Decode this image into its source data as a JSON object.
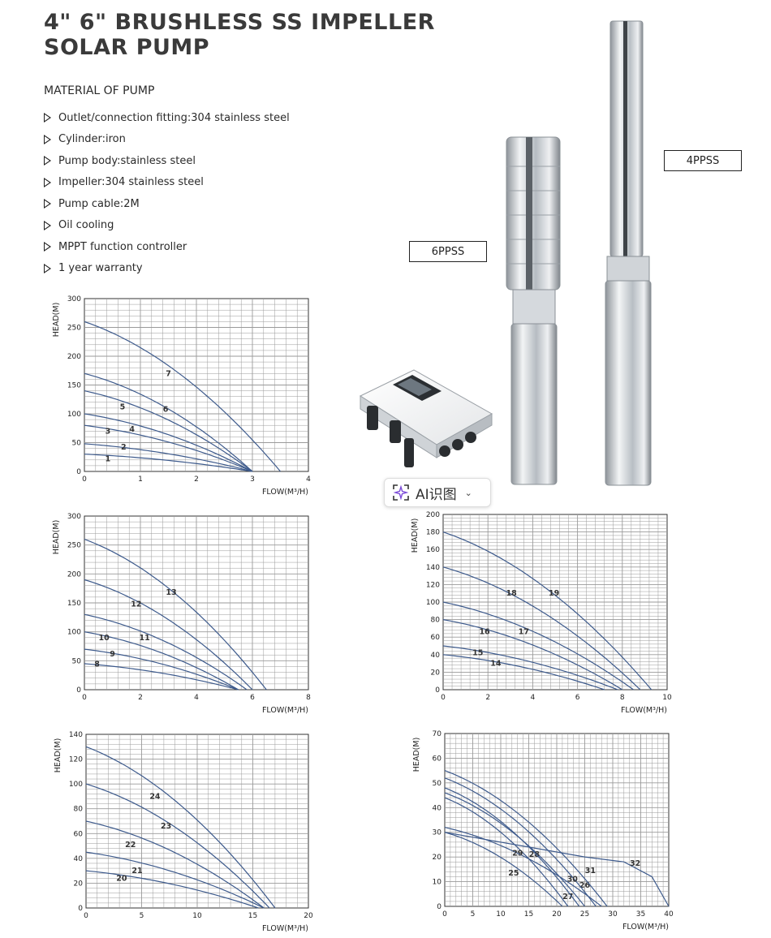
{
  "title": {
    "line1": "4\" 6\" BRUSHLESS SS IMPELLER",
    "line2": "SOLAR PUMP"
  },
  "material_heading": "MATERIAL OF PUMP",
  "features": [
    "Outlet/connection fitting:304 stainless steel",
    "Cylinder:iron",
    "Pump body:stainless steel",
    "Impeller:304 stainless steel",
    "Pump cable:2M",
    "Oil cooling",
    "MPPT function controller",
    "1 year warranty"
  ],
  "model_labels": {
    "left": "6PPSS",
    "right": "4PPSS"
  },
  "ai_badge": {
    "label": "AI识图"
  },
  "colors": {
    "curve": "#3d5a8c",
    "grid": "#9a9a9a",
    "steel": "#c9cdd2"
  },
  "chart_data": [
    {
      "type": "line",
      "ylabel": "HEAD(M)",
      "xlabel": "FLOW(M³/H)",
      "xlim": [
        0,
        4
      ],
      "ylim": [
        0,
        300
      ],
      "xticks": [
        "0",
        "1",
        "2",
        "3",
        "4"
      ],
      "yticks": [
        "0",
        "50",
        "100",
        "150",
        "200",
        "250",
        "300"
      ],
      "series": [
        {
          "name": "1",
          "x": [
            0,
            3
          ],
          "y": [
            30,
            0
          ],
          "label_at": [
            0.42,
            22
          ]
        },
        {
          "name": "2",
          "x": [
            0,
            3
          ],
          "y": [
            48,
            0
          ],
          "label_at": [
            0.7,
            42
          ]
        },
        {
          "name": "3",
          "x": [
            0,
            3
          ],
          "y": [
            80,
            0
          ],
          "label_at": [
            0.42,
            70
          ]
        },
        {
          "name": "4",
          "x": [
            0,
            3
          ],
          "y": [
            100,
            0
          ],
          "label_at": [
            0.85,
            73
          ]
        },
        {
          "name": "5",
          "x": [
            0,
            3
          ],
          "y": [
            140,
            0
          ],
          "label_at": [
            0.68,
            112
          ]
        },
        {
          "name": "6",
          "x": [
            0,
            3
          ],
          "y": [
            170,
            0
          ],
          "label_at": [
            1.45,
            108
          ]
        },
        {
          "name": "7",
          "x": [
            0,
            3.5
          ],
          "y": [
            260,
            0
          ],
          "label_at": [
            1.5,
            170
          ]
        }
      ]
    },
    {
      "type": "line",
      "ylabel": "HEAD(M)",
      "xlabel": "FLOW(M³/H)",
      "xlim": [
        0,
        8
      ],
      "ylim": [
        0,
        300
      ],
      "xticks": [
        "0",
        "2",
        "4",
        "6",
        "8"
      ],
      "yticks": [
        "0",
        "50",
        "100",
        "150",
        "200",
        "250",
        "300"
      ],
      "series": [
        {
          "name": "8",
          "x": [
            0,
            5.5
          ],
          "y": [
            45,
            0
          ],
          "label_at": [
            0.45,
            44
          ]
        },
        {
          "name": "9",
          "x": [
            0,
            5.5
          ],
          "y": [
            70,
            0
          ],
          "label_at": [
            1.0,
            62
          ]
        },
        {
          "name": "10",
          "x": [
            0,
            5.5
          ],
          "y": [
            100,
            0
          ],
          "label_at": [
            0.7,
            90
          ]
        },
        {
          "name": "11",
          "x": [
            0,
            5.8
          ],
          "y": [
            130,
            0
          ],
          "label_at": [
            2.15,
            90
          ]
        },
        {
          "name": "12",
          "x": [
            0,
            6.0
          ],
          "y": [
            190,
            0
          ],
          "label_at": [
            1.85,
            148
          ]
        },
        {
          "name": "13",
          "x": [
            0,
            6.5
          ],
          "y": [
            260,
            0
          ],
          "label_at": [
            3.1,
            168
          ]
        }
      ]
    },
    {
      "type": "line",
      "ylabel": "HEAD(M)",
      "xlabel": "FLOW(M³/H)",
      "xlim": [
        0,
        10
      ],
      "ylim": [
        0,
        200
      ],
      "xticks": [
        "0",
        "2",
        "4",
        "6",
        "8",
        "10"
      ],
      "yticks": [
        "0",
        "20",
        "40",
        "60",
        "80",
        "100",
        "120",
        "140",
        "160",
        "180",
        "200"
      ],
      "series": [
        {
          "name": "14",
          "x": [
            0,
            7.2
          ],
          "y": [
            40,
            0
          ],
          "label_at": [
            2.35,
            30
          ]
        },
        {
          "name": "15",
          "x": [
            0,
            7.8
          ],
          "y": [
            50,
            0
          ],
          "label_at": [
            1.55,
            42
          ]
        },
        {
          "name": "16",
          "x": [
            0,
            8.0
          ],
          "y": [
            80,
            0
          ],
          "label_at": [
            1.85,
            66
          ]
        },
        {
          "name": "17",
          "x": [
            0,
            8.5
          ],
          "y": [
            100,
            0
          ],
          "label_at": [
            3.6,
            66
          ]
        },
        {
          "name": "18",
          "x": [
            0,
            8.8
          ],
          "y": [
            140,
            0
          ],
          "label_at": [
            3.05,
            110
          ]
        },
        {
          "name": "19",
          "x": [
            0,
            9.3
          ],
          "y": [
            180,
            0
          ],
          "label_at": [
            4.95,
            110
          ]
        }
      ]
    },
    {
      "type": "line",
      "ylabel": "HEAD(M)",
      "xlabel": "FLOW(M³/H)",
      "xlim": [
        0,
        20
      ],
      "ylim": [
        0,
        140
      ],
      "xticks": [
        "0",
        "5",
        "10",
        "15",
        "20"
      ],
      "yticks": [
        "0",
        "20",
        "40",
        "60",
        "80",
        "100",
        "120",
        "140"
      ],
      "series": [
        {
          "name": "20",
          "x": [
            0,
            15.5
          ],
          "y": [
            30,
            0
          ],
          "label_at": [
            3.2,
            24
          ]
        },
        {
          "name": "21",
          "x": [
            0,
            16.0
          ],
          "y": [
            45,
            0
          ],
          "label_at": [
            4.6,
            30
          ]
        },
        {
          "name": "22",
          "x": [
            0,
            16.0
          ],
          "y": [
            70,
            0
          ],
          "label_at": [
            4.0,
            51
          ]
        },
        {
          "name": "23",
          "x": [
            0,
            16.5
          ],
          "y": [
            100,
            0
          ],
          "label_at": [
            7.2,
            66
          ]
        },
        {
          "name": "24",
          "x": [
            0,
            17.0
          ],
          "y": [
            130,
            0
          ],
          "label_at": [
            6.2,
            90
          ]
        }
      ]
    },
    {
      "type": "line",
      "ylabel": "HEAD(M)",
      "xlabel": "FLOW(M³/H)",
      "xlim": [
        0,
        40
      ],
      "ylim": [
        0,
        70
      ],
      "xticks": [
        "0",
        "5",
        "10",
        "15",
        "20",
        "25",
        "30",
        "35",
        "40"
      ],
      "yticks": [
        "0",
        "10",
        "20",
        "30",
        "40",
        "50",
        "60",
        "70"
      ],
      "series": [
        {
          "name": "25",
          "x": [
            0,
            21
          ],
          "y": [
            30,
            0
          ],
          "label_at": [
            12.3,
            13.5
          ]
        },
        {
          "name": "26",
          "x": [
            0,
            28
          ],
          "y": [
            32,
            0
          ],
          "label_at": [
            25,
            8.5
          ]
        },
        {
          "name": "27",
          "x": [
            0,
            22
          ],
          "y": [
            44,
            0
          ],
          "label_at": [
            22,
            4
          ]
        },
        {
          "name": "28",
          "x": [
            0,
            25
          ],
          "y": [
            46,
            0
          ],
          "label_at": [
            16,
            21
          ]
        },
        {
          "name": "29",
          "x": [
            0,
            24
          ],
          "y": [
            48,
            0
          ],
          "label_at": [
            13,
            21.5
          ]
        },
        {
          "name": "30",
          "x": [
            0,
            27
          ],
          "y": [
            52,
            0
          ],
          "label_at": [
            22.8,
            11
          ]
        },
        {
          "name": "31",
          "x": [
            0,
            29
          ],
          "y": [
            55,
            0
          ],
          "label_at": [
            26,
            14.5
          ]
        },
        {
          "name": "32",
          "x": [
            0,
            25,
            32,
            37,
            40
          ],
          "y": [
            30,
            20,
            18,
            12,
            0
          ],
          "label_at": [
            34,
            17.5
          ]
        }
      ]
    }
  ]
}
